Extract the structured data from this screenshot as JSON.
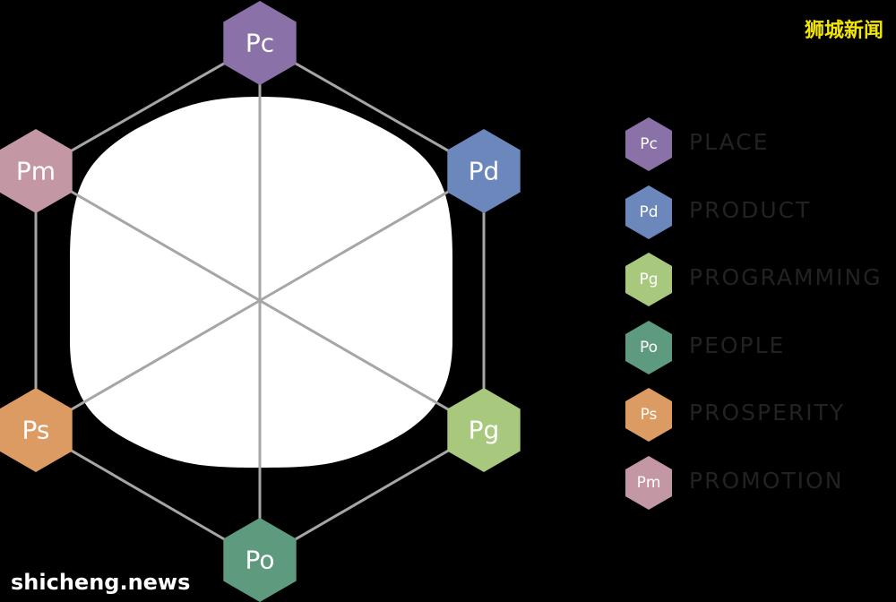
{
  "watermark": {
    "top_right": "狮城新闻",
    "bottom_left": "shicheng.news"
  },
  "nodes": [
    {
      "id": "pc",
      "abbr": "Pc",
      "color": "#8a72a8"
    },
    {
      "id": "pd",
      "abbr": "Pd",
      "color": "#6b87bb"
    },
    {
      "id": "pg",
      "abbr": "Pg",
      "color": "#a8c87d"
    },
    {
      "id": "po",
      "abbr": "Po",
      "color": "#5e9a7d"
    },
    {
      "id": "ps",
      "abbr": "Ps",
      "color": "#dc9b63"
    },
    {
      "id": "pm",
      "abbr": "Pm",
      "color": "#c397a4"
    }
  ],
  "legend": [
    {
      "id": "pc",
      "abbr": "Pc",
      "label": "PLACE",
      "color": "#8a72a8"
    },
    {
      "id": "pd",
      "abbr": "Pd",
      "label": "PRODUCT",
      "color": "#6b87bb"
    },
    {
      "id": "pg",
      "abbr": "Pg",
      "label": "PROGRAMMING",
      "color": "#a8c87d"
    },
    {
      "id": "po",
      "abbr": "Po",
      "label": "PEOPLE",
      "color": "#5e9a7d"
    },
    {
      "id": "ps",
      "abbr": "Ps",
      "label": "PROSPERITY",
      "color": "#dc9b63"
    },
    {
      "id": "pm",
      "abbr": "Pm",
      "label": "PROMOTION",
      "color": "#c397a4"
    }
  ],
  "colors": {
    "background": "#000000",
    "center_blob": "#ffffff",
    "connector_line": "#a6a6a6"
  }
}
